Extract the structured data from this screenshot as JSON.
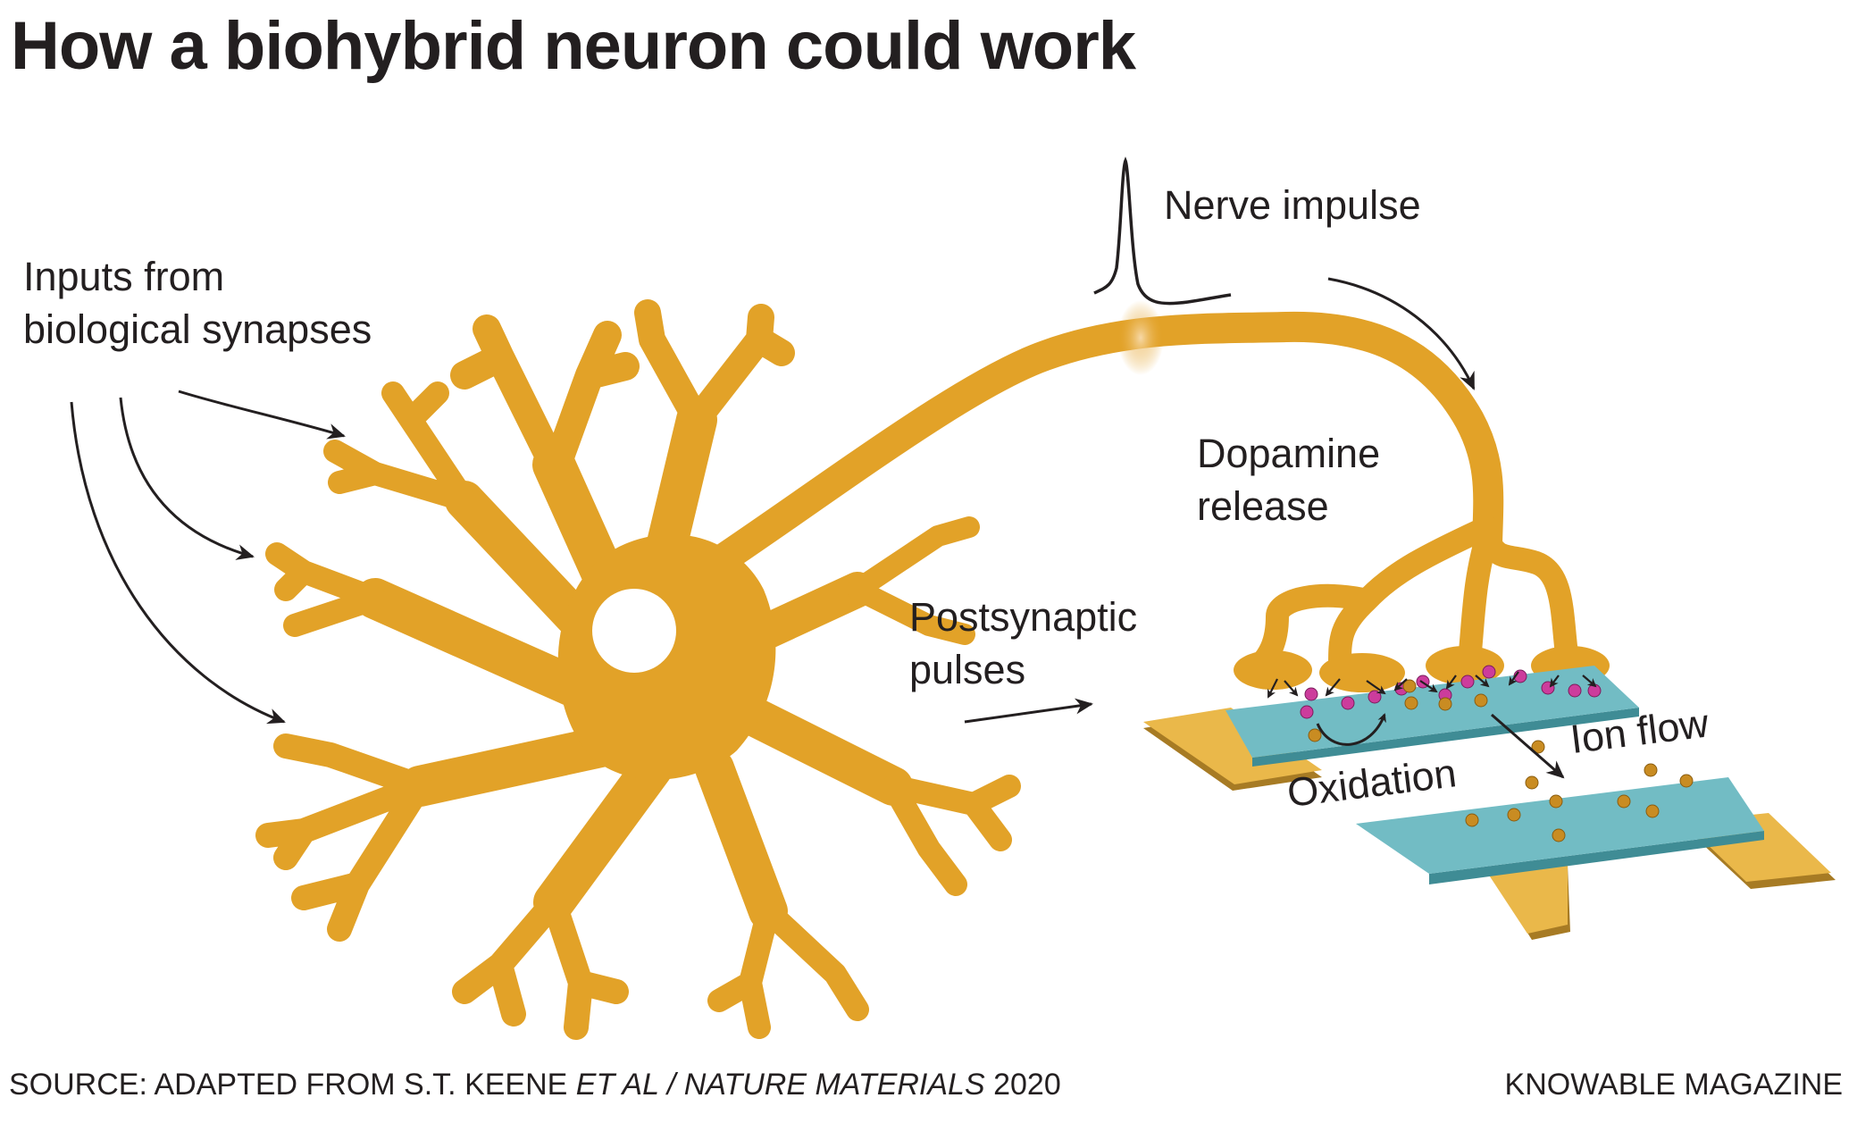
{
  "title": "How a biohybrid neuron could work",
  "labels": {
    "inputs_line1": "Inputs from",
    "inputs_line2": "biological synapses",
    "nerve_impulse": "Nerve impulse",
    "dopamine_line1": "Dopamine",
    "dopamine_line2": "release",
    "postsynaptic_line1": "Postsynaptic",
    "postsynaptic_line2": "pulses",
    "oxidation": "Oxidation",
    "ion_flow": "Ion flow"
  },
  "footer": {
    "source_prefix": "SOURCE: ADAPTED FROM S.T. KEENE ",
    "source_italic1": "ET AL",
    "source_sep": " / ",
    "source_italic2": "NATURE MATERIALS",
    "source_year": " 2020",
    "credit": "KNOWABLE MAGAZINE"
  },
  "colors": {
    "neuron": "#e2a228",
    "electrode_gold": "#eab84a",
    "electrode_edge": "#a77b24",
    "channel_teal": "#72bcc4",
    "molecule_pink": "#cc3c9c",
    "molecule_gold": "#c98c22",
    "text": "#231f20"
  }
}
